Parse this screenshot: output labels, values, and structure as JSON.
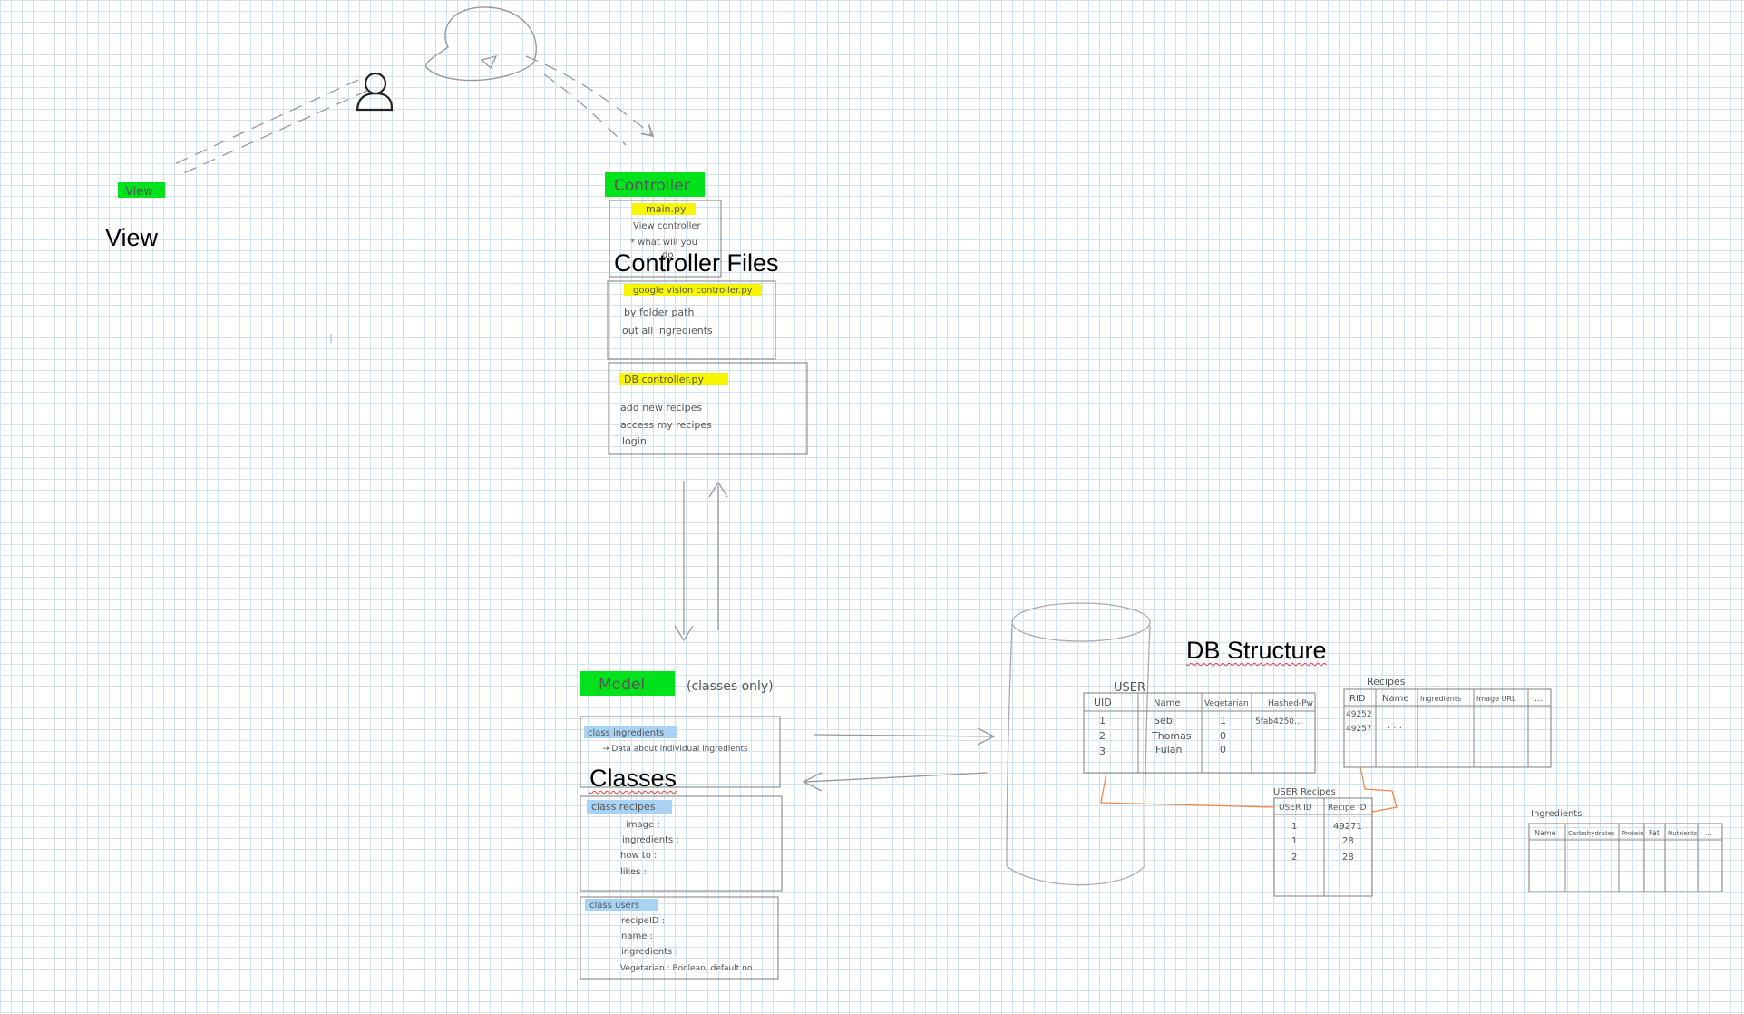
{
  "labels": {
    "view": "View",
    "controller_files": "Controller Files",
    "classes": "Classes",
    "db_structure": "DB Structure"
  },
  "colors": {
    "grid": "#cfe3f3",
    "highlight_green": "#00e21c",
    "highlight_yellow": "#f6f600",
    "highlight_blue": "#a9d3f5",
    "relation_line": "#f08a4b",
    "pencil": "#777777"
  },
  "icons": [
    "person-icon",
    "thought-bubble-icon"
  ],
  "sketch": {
    "view_tag": "View",
    "controller_tag": "Controller",
    "model_tag": "Model",
    "model_note": "(classes only)",
    "main_file": {
      "name": "main.py",
      "lines": [
        "View controller",
        "* what will you",
        "do"
      ]
    },
    "vision_file": {
      "name": "google vision controller.py",
      "lines": [
        "by folder path",
        "out all ingredients"
      ]
    },
    "db_file": {
      "name": "DB controller.py",
      "lines": [
        "add new recipes",
        "access my recipes",
        "login"
      ]
    },
    "class_ingredients": {
      "name": "class ingredients",
      "lines": [
        "→ Data about individual ingredients"
      ]
    },
    "class_recipes": {
      "name": "class recipes",
      "lines": [
        "image :",
        "ingredients :",
        "how to :",
        "likes :"
      ]
    },
    "class_users": {
      "name": "class users",
      "lines": [
        "recipeID :",
        "name :",
        "ingredients :",
        "Vegetarian : Boolean, default no"
      ]
    },
    "table_user": {
      "title": "USER",
      "headers": [
        "UID",
        "Name",
        "Vegetarian",
        "Hashed-Pw"
      ],
      "rows": [
        [
          "1",
          "Sebi",
          "1",
          "5fab4250..."
        ],
        [
          "2",
          "Thomas",
          "0",
          ""
        ],
        [
          "3",
          "Fulan",
          "0",
          ""
        ]
      ]
    },
    "table_recipes": {
      "title": "Recipes",
      "headers": [
        "RID",
        "Name",
        "Ingredients",
        "Image URL",
        "..."
      ],
      "rows": [
        [
          "49252",
          "·",
          "",
          "",
          ""
        ],
        [
          "49257",
          "· · ·",
          "",
          "",
          ""
        ]
      ]
    },
    "table_user_recipes": {
      "title": "USER Recipes",
      "headers": [
        "USER ID",
        "Recipe ID"
      ],
      "rows": [
        [
          "1",
          "49271"
        ],
        [
          "1",
          "28"
        ],
        [
          "2",
          "28"
        ]
      ]
    },
    "table_ingredients": {
      "title": "Ingredients",
      "headers": [
        "Name",
        "Carbohydrates",
        "Protein",
        "Fat",
        "Nutrients",
        "..."
      ]
    }
  }
}
